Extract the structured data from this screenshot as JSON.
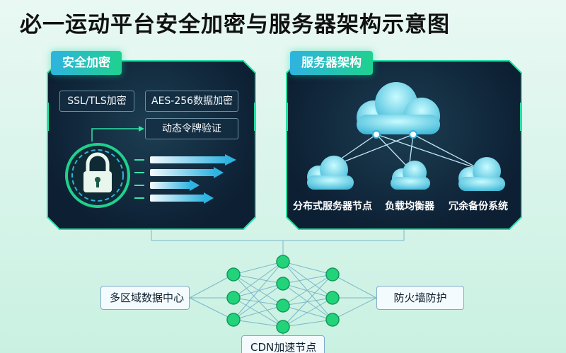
{
  "title": "必一运动平台安全加密与服务器架构示意图",
  "security_panel": {
    "tag": "安全加密",
    "chips": [
      "SSL/TLS加密",
      "AES-256数据加密",
      "动态令牌验证"
    ]
  },
  "server_panel": {
    "tag": "服务器架构",
    "labels": [
      "分布式服务器节点",
      "负载均衡器",
      "冗余备份系统"
    ]
  },
  "network": {
    "left_label": "多区域数据中心",
    "right_label": "防火墙防护",
    "bottom_label": "CDN加速节点"
  },
  "colors": {
    "accent_green": "#1fd18e",
    "accent_blue": "#2fb3e0",
    "panel_dark": "#0d1f33",
    "node_green": "#22d37a"
  },
  "icons": [
    "padlock-icon",
    "cloud-icon",
    "neural-network-icon"
  ]
}
